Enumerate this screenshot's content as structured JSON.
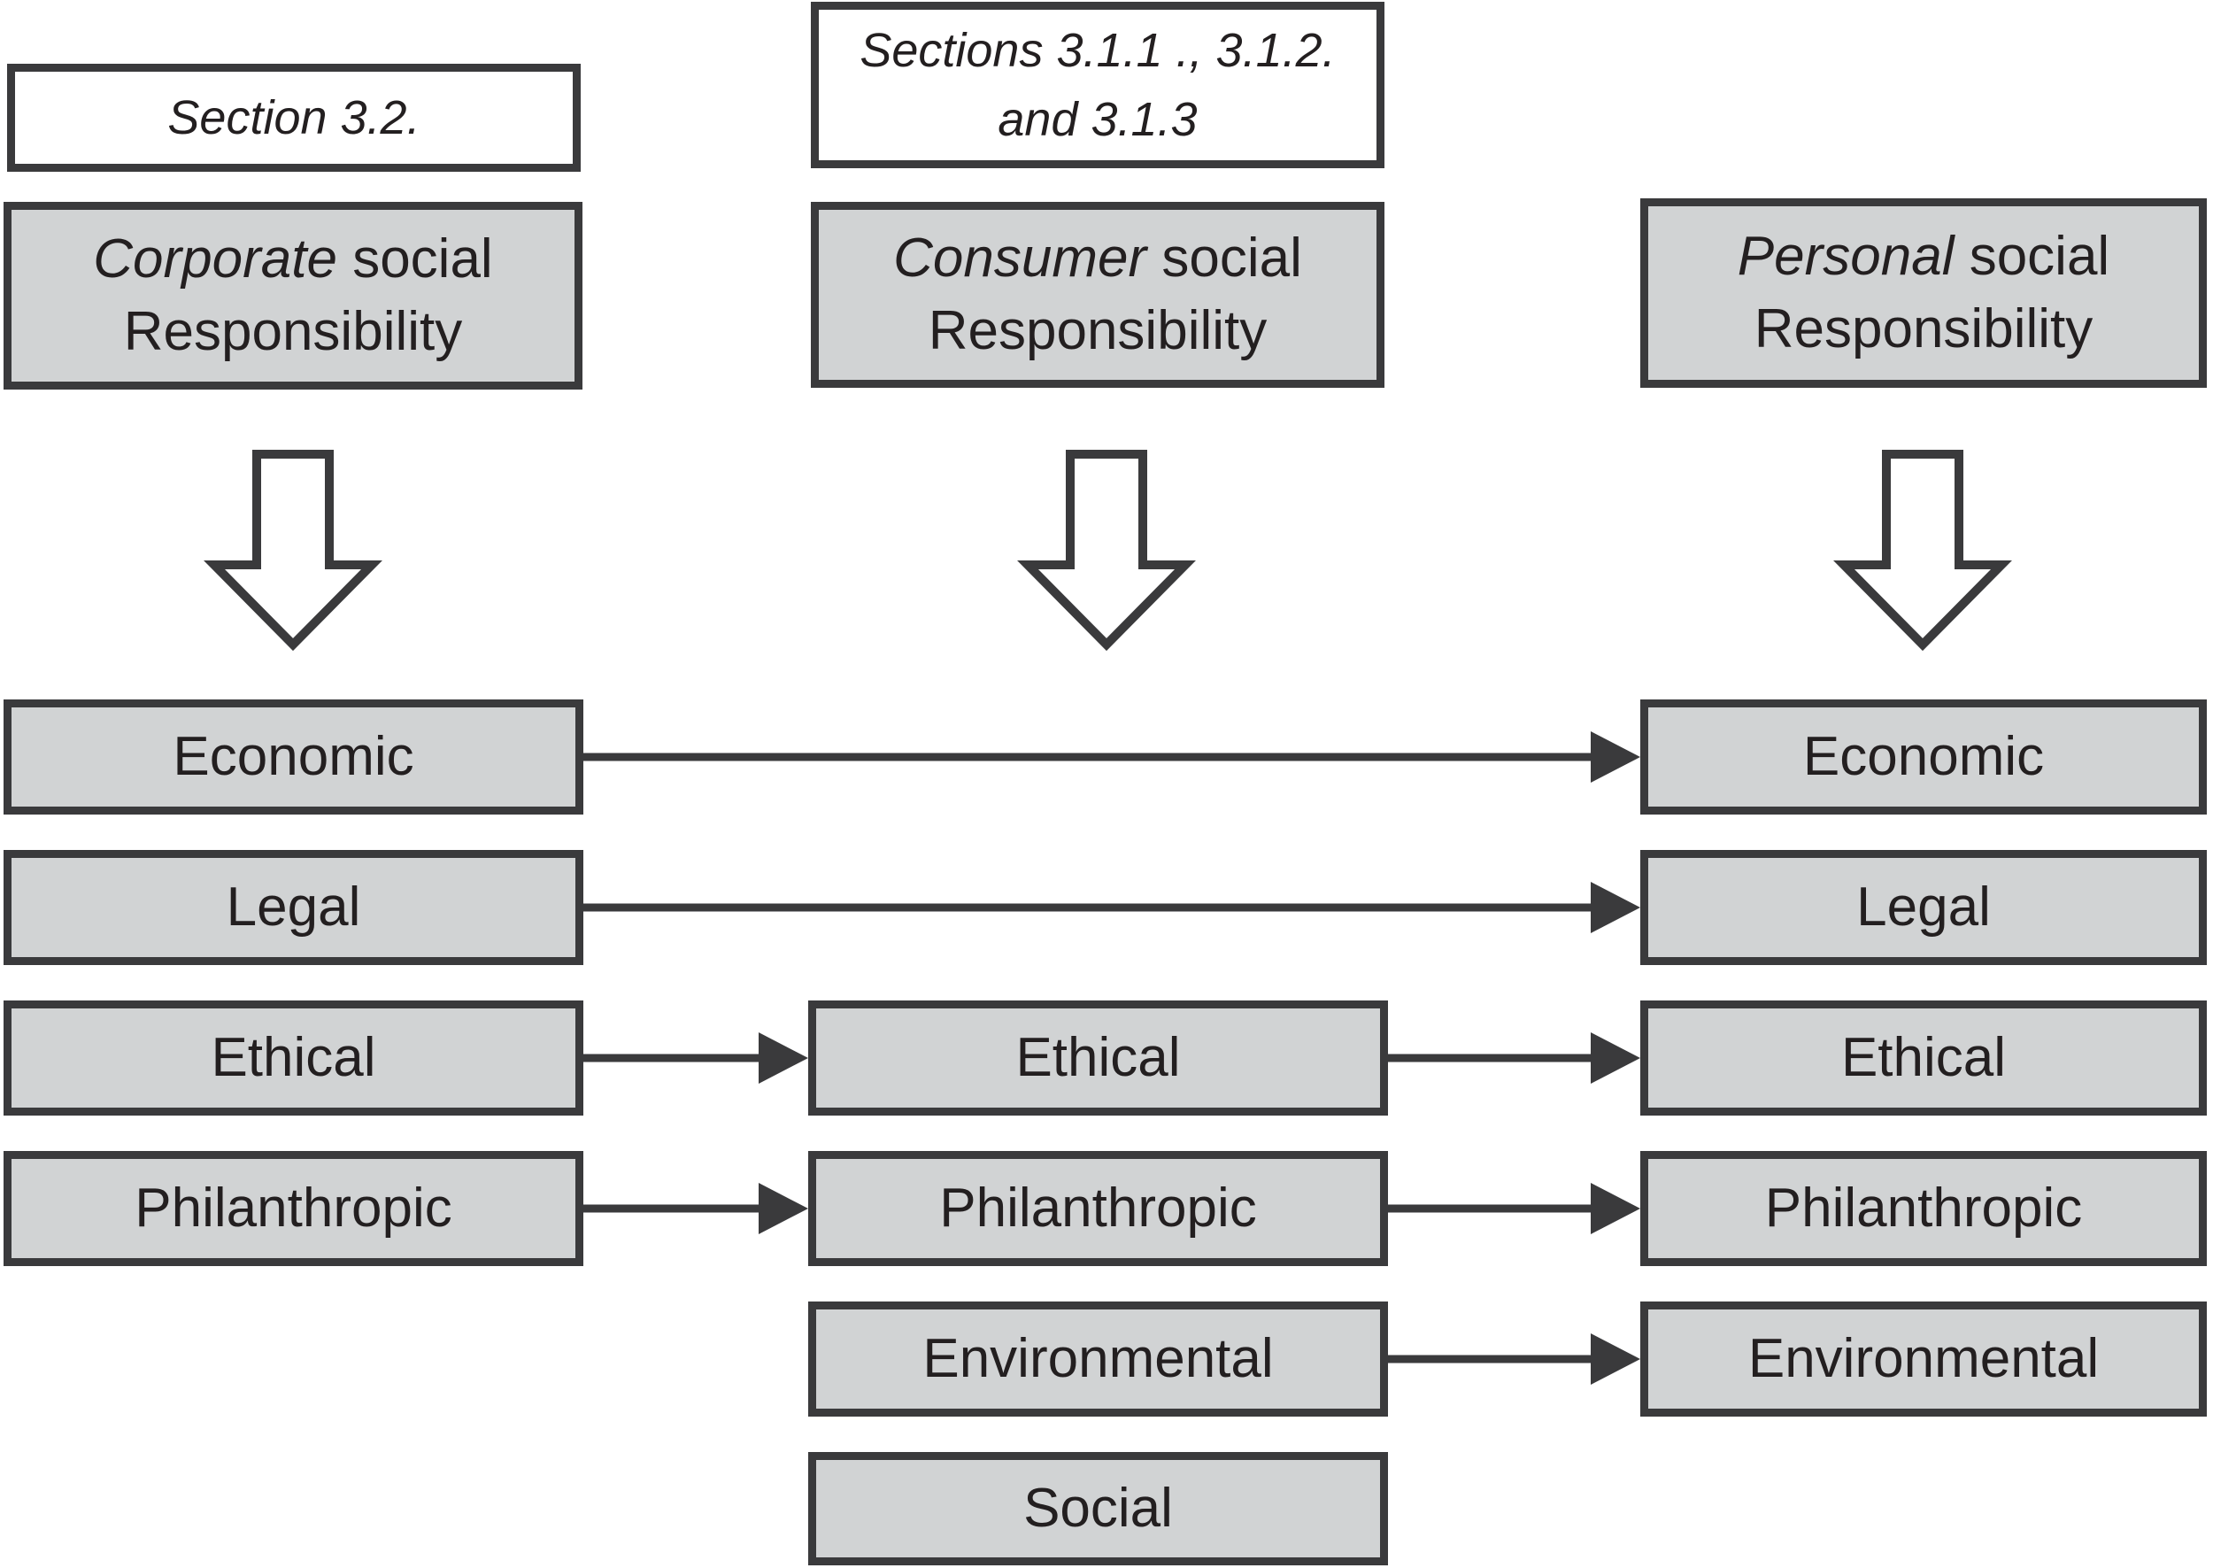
{
  "diagram": {
    "section_labels": {
      "corporate": "Section 3.2.",
      "consumer_line1": "Sections 3.1.1 ., 3.1.2.",
      "consumer_line2": "and 3.1.3"
    },
    "headers": {
      "corporate": {
        "italic": "Corporate",
        "rest": " social",
        "line2": "Responsibility"
      },
      "consumer": {
        "italic": "Consumer",
        "rest": " social",
        "line2": "Responsibility"
      },
      "personal": {
        "italic": "Personal",
        "rest": " social",
        "line2": "Responsibility"
      }
    },
    "columns": {
      "corporate": [
        "Economic",
        "Legal",
        "Ethical",
        "Philanthropic"
      ],
      "consumer": [
        "Ethical",
        "Philanthropic",
        "Environmental",
        "Social"
      ],
      "personal": [
        "Economic",
        "Legal",
        "Ethical",
        "Philanthropic",
        "Environmental"
      ]
    },
    "colors": {
      "box_fill": "#d1d3d4",
      "box_border": "#3a3a3c",
      "text": "#231f20",
      "background": "#ffffff"
    }
  }
}
